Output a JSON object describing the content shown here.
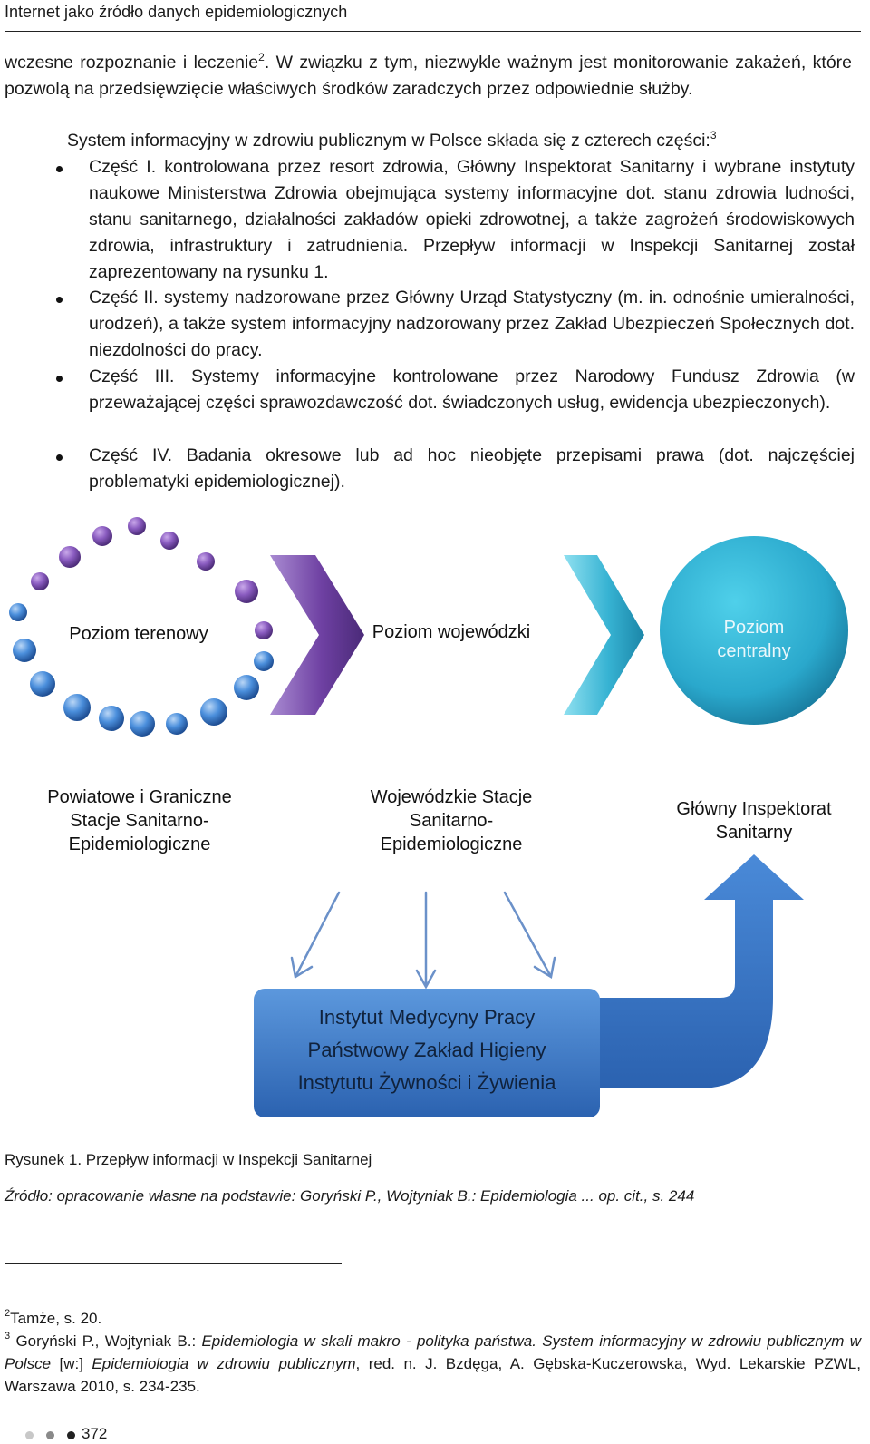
{
  "header": {
    "title": "Internet jako źródło danych epidemiologicznych"
  },
  "intro": {
    "continued_text_a": "wczesne rozpoznanie i leczenie",
    "continued_ref": "2",
    "continued_text_b": ". W związku z tym, niezwykle ważnym jest monitorowanie zakażeń, które pozwolą na przedsięwzięcie właściwych środków zaradczych przez odpowiednie służby.",
    "system_sentence": "System informacyjny w zdrowiu publicznym w Polsce składa się z czterech części:",
    "system_ref": "3"
  },
  "parts": [
    {
      "text": "Część I. kontrolowana przez resort zdrowia, Główny Inspektorat Sanitarny i wybrane instytuty naukowe Ministerstwa Zdrowia obejmująca systemy informacyjne dot. stanu zdrowia ludności, stanu sanitarnego, działalności zakładów opieki zdrowotnej, a także zagrożeń środowiskowych zdrowia, infrastruktury i zatrudnienia. Przepływ informacji w Inspekcji Sanitarnej został zaprezentowany na rysunku 1."
    },
    {
      "text": "Część II. systemy nadzorowane przez Główny Urząd Statystyczny (m. in. odnośnie umieralności, urodzeń), a także system informacyjny nadzorowany przez Zakład Ubezpieczeń Społecznych dot. niezdolności do pracy."
    },
    {
      "text": "Część III. Systemy informacyjne kontrolowane przez Narodowy Fundusz Zdrowia (w przeważającej części sprawozdawczość dot. świadczonych usług, ewidencja ubezpieczonych)."
    },
    {
      "text": "Część IV. Badania okresowe lub ad hoc nieobjęte przepisami prawa (dot. najczęściej problematyki epidemiologicznej)."
    }
  ],
  "diagram": {
    "level_1": "Poziom terenowy",
    "level_2": "Poziom wojewódzki",
    "level_3_line1": "Poziom",
    "level_3_line2": "centralny",
    "unit_1_line1": "Powiatowe i Graniczne",
    "unit_1_line2": "Stacje Sanitarno-",
    "unit_1_line3": "Epidemiologiczne",
    "unit_2_line1": "Wojewódzkie Stacje",
    "unit_2_line2": "Sanitarno-",
    "unit_2_line3": "Epidemiologiczne",
    "unit_3_line1": "Główny Inspektorat",
    "unit_3_line2": "Sanitarny",
    "institutes_line1": "Instytut Medycyny Pracy",
    "institutes_line2": "Państwowy Zakład Higieny",
    "institutes_line3": "Instytutu Żywności i Żywienia",
    "colors": {
      "purple": "#7b4fa6",
      "teal": "#3fb2cf",
      "blue": "#3b74bd",
      "arrow_outline": "#6b91c9"
    }
  },
  "figure": {
    "caption": "Rysunek 1. Przepływ informacji w Inspekcji Sanitarnej",
    "source": "Źródło: opracowanie własne na podstawie: Goryński P., Wojtyniak B.: Epidemiologia ... op. cit., s. 244"
  },
  "footnotes": {
    "fn2_num": "2",
    "fn2_text": "Tamże, s. 20.",
    "fn3_num": "3",
    "fn3_a": "Goryński P., Wojtyniak B.: ",
    "fn3_b": "Epidemiologia w skali makro - polityka państwa. System informacyjny w zdrowiu publicznym w Polsce",
    "fn3_c": " [w:] ",
    "fn3_d": "Epidemiologia w zdrowiu publicznym",
    "fn3_e": ", red. n. J. Bzdęga, A. Gębska-Kuczerowska, Wyd. Lekarskie PZWL, Warszawa 2010, s. 234-235."
  },
  "page": {
    "number": "372"
  }
}
